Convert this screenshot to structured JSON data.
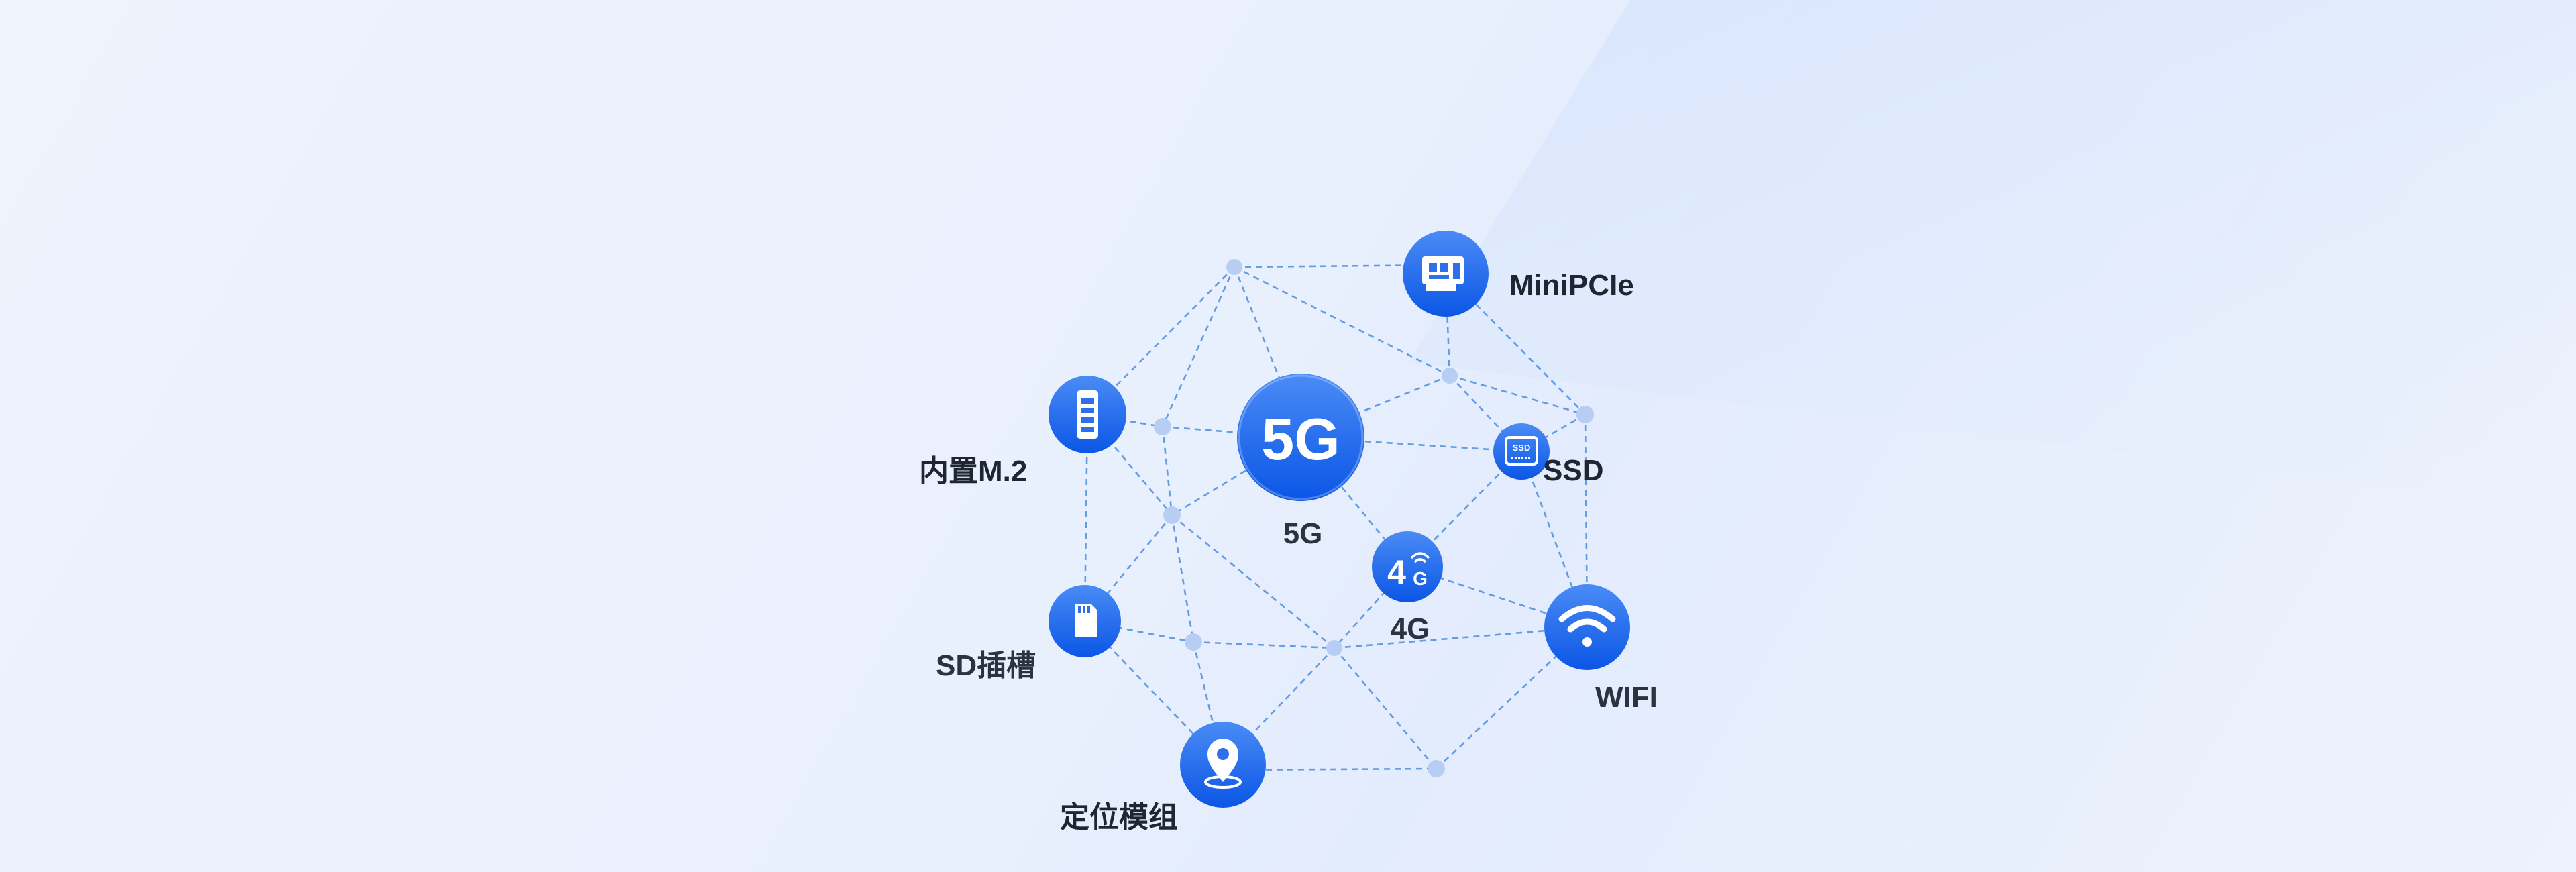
{
  "diagram": {
    "center": {
      "label": "5G",
      "icon_text": "5G",
      "icon": "5g-icon"
    },
    "nodes": [
      {
        "id": "minipcie",
        "label": "MiniPCIe",
        "icon": "pcie-card-icon"
      },
      {
        "id": "m2",
        "label": "内置M.2",
        "icon": "m2-module-icon"
      },
      {
        "id": "ssd",
        "label": "SSD",
        "icon": "ssd-icon",
        "icon_text": "SSD"
      },
      {
        "id": "4g",
        "label": "4G",
        "icon": "4g-icon",
        "icon_text": "4"
      },
      {
        "id": "sd",
        "label": "SD插槽",
        "icon": "sd-card-icon"
      },
      {
        "id": "wifi",
        "label": "WIFI",
        "icon": "wifi-icon"
      },
      {
        "id": "gps",
        "label": "定位模组",
        "icon": "location-pin-icon"
      }
    ]
  },
  "colors": {
    "node_top": "#4a8bf5",
    "node_bottom": "#0b56e6",
    "edge": "#4a8ddf",
    "junction": "#b7cdf4",
    "label": "#1f2632"
  }
}
